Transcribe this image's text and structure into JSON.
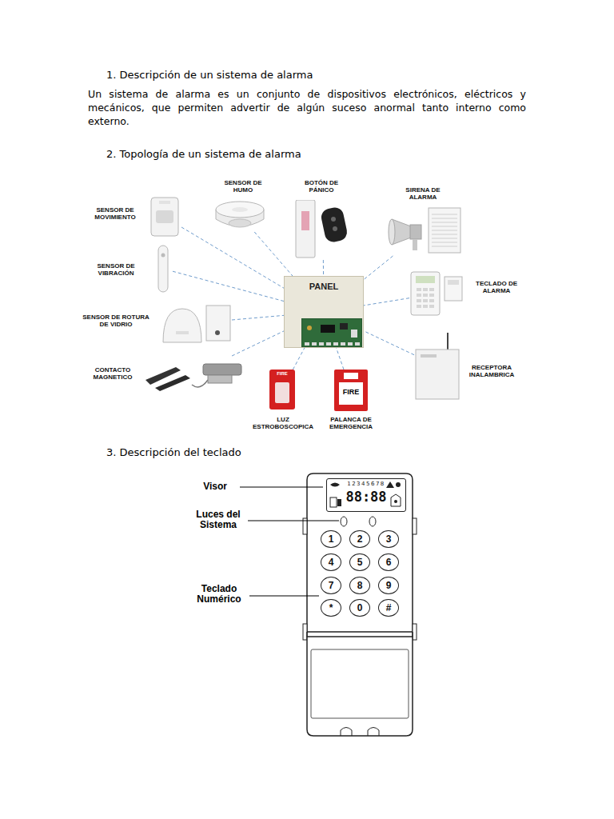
{
  "diagram": {
    "nodes": [
      {
        "text": [
          "SENSOR DE HUMO"
        ]
      },
      {
        "text": [
          "BOTÓN DE PÁNICO"
        ]
      },
      {
        "text": [
          "SIRENA DE ALARMA"
        ]
      },
      {
        "text": [
          "SENSOR DE MOVIMIENTO"
        ]
      },
      {
        "text": [
          "SENSOR DE VIBRACIÓN"
        ]
      },
      {
        "text": [
          "PANEL"
        ]
      },
      {
        "text": [
          "TECLADO DE ALARMA"
        ]
      },
      {
        "text": [
          "SENSOR DE ROTURA DE VIDRIO"
        ]
      },
      {
        "text": [
          "RECEPTORA INALAMBRICA"
        ]
      },
      {
        "text": [
          "CONTACTO MAGNETICO"
        ]
      },
      {
        "text": [
          "LUZ ESTROBOSCOPICA"
        ]
      },
      {
        "text": [
          "PALANCA DE EMERGENCIA"
        ]
      },
      {
        "text": [
          "12345678",
          "88:88"
        ]
      },
      {
        "text": [
          "1"
        ]
      },
      {
        "text": [
          "2"
        ]
      },
      {
        "text": [
          "3"
        ]
      },
      {
        "text": [
          "4"
        ]
      },
      {
        "text": [
          "5"
        ]
      },
      {
        "text": [
          "6"
        ]
      },
      {
        "text": [
          "7"
        ]
      },
      {
        "text": [
          "8"
        ]
      },
      {
        "text": [
          "9"
        ]
      },
      {
        "text": [
          "*"
        ]
      },
      {
        "text": [
          "0"
        ]
      },
      {
        "text": [
          "#"
        ]
      }
    ],
    "edges": [
      {
        "from": 0,
        "to": 5,
        "arrow": "none"
      },
      {
        "from": 1,
        "to": 5,
        "arrow": "none"
      },
      {
        "from": 2,
        "to": 5,
        "arrow": "none"
      },
      {
        "from": 3,
        "to": 5,
        "arrow": "none"
      },
      {
        "from": 4,
        "to": 5,
        "arrow": "none"
      },
      {
        "from": 6,
        "to": 5,
        "arrow": "none"
      },
      {
        "from": 7,
        "to": 5,
        "arrow": "none"
      },
      {
        "from": 8,
        "to": 5,
        "arrow": "none"
      },
      {
        "from": 9,
        "to": 5,
        "arrow": "none"
      },
      {
        "from": 10,
        "to": 5,
        "arrow": "none"
      },
      {
        "from": 11,
        "to": 5,
        "arrow": "none"
      }
    ],
    "labels": [
      "1. Descripción de un sistema de alarma",
      "Un sistema de alarma es un conjunto de dispositivos electrónicos, eléctricos y mecánicos, que permiten advertir de algún suceso anormal tanto interno como externo.",
      "2. Topología de un sistema de alarma",
      "3. Descripción del teclado",
      "FIRE",
      "FIRE",
      "Visor",
      "Luces del Sistema",
      "Teclado Numérico"
    ]
  }
}
